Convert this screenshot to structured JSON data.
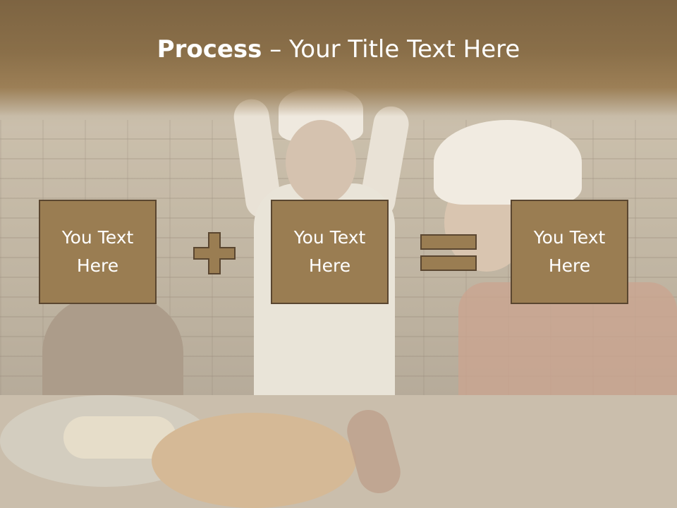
{
  "slide": {
    "title_bold": "Process",
    "title_separator": " – ",
    "title_rest": "Your Title Text Here"
  },
  "boxes": [
    {
      "label": "You Text Here"
    },
    {
      "label": "You Text Here"
    },
    {
      "label": "You Text Here"
    }
  ],
  "operators": {
    "plus_icon": "plus-icon",
    "equals_icon": "equals-icon"
  },
  "colors": {
    "box_fill": "#9a7d52",
    "box_border": "#5a4630",
    "title_band": "#7d6442",
    "title_text": "#ffffff"
  }
}
